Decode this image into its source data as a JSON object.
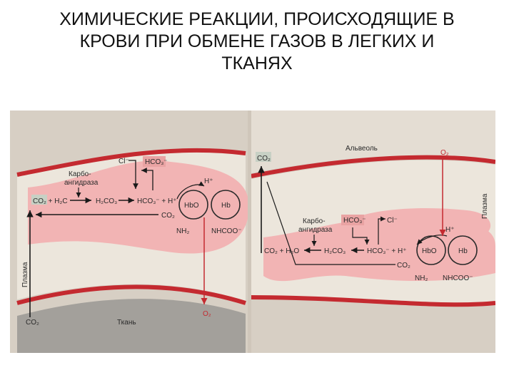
{
  "slide": {
    "title_lines": [
      "ХИМИЧЕСКИЕ РЕАКЦИИ, ПРОИСХОДЯЩИЕ В",
      "КРОВИ ПРИ ОБМЕНЕ ГАЗОВ В ЛЕГКИХ И",
      "ТКАНЯХ"
    ]
  },
  "diagram": {
    "colors": {
      "background": "#d7cfc4",
      "wall": "#c42a30",
      "erythrocyte": "#f2b4b4",
      "text": "#2a2a2a",
      "arrow": "#1a1a1a",
      "oxygen_arrow": "#c42a30"
    },
    "tissue_panel": {
      "bottom_label": "Ткань",
      "side_label": "Плазма",
      "enzyme": [
        "Карбо-",
        "ангидраза"
      ],
      "cl": "Cl⁻",
      "hco3_top": "HCO₃⁻",
      "h_plus": "H⁺",
      "equation_left": "CO₂ + H₂C",
      "h2co3": "H₂CO₃",
      "hco3_h": "HCO₃⁻ + H⁺",
      "hbo": "HbO",
      "hb": "Hb",
      "co2_mid": "CO₂",
      "nh2": "NH₂",
      "nhcoo": "NHCOO⁻",
      "co2_bottom": "CO₂",
      "o2_bottom": "O₂"
    },
    "lung_panel": {
      "top_label": "Альвеоль",
      "side_label": "Плазма",
      "co2_top": "CO₂",
      "o2_top": "O₂",
      "hco3": "HCO₃⁻",
      "cl": "Cl⁻",
      "enzyme": [
        "Карбо-",
        "ангидраза"
      ],
      "h_plus": "H⁺",
      "equation_left": "CO₂ + H₂O",
      "h2co3": "H₂CO₃",
      "hco3_h": "HCO₃⁻ + H⁺",
      "hbo": "HbO",
      "hb": "Hb",
      "co2_mid": "CO₂",
      "nh2": "NH₂",
      "nhcoo": "NHCOO⁻"
    }
  }
}
